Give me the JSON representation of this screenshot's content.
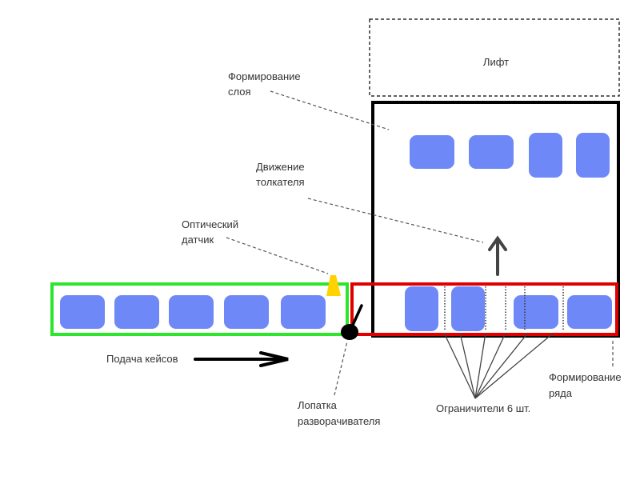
{
  "labels": {
    "lift": "Лифт",
    "layer_formation": [
      "Формирование",
      "слоя"
    ],
    "pusher_movement": [
      "Движение",
      "толкателя"
    ],
    "optical_sensor": [
      "Оптический",
      "датчик"
    ],
    "case_feed": "Подача кейсов",
    "rotator_paddle": [
      "Лопатка",
      "разворачивателя"
    ],
    "row_formation": [
      "Формирование",
      "ряда"
    ],
    "limiters": "Ограничители 6 шт."
  },
  "colors": {
    "case_fill": "#6f88f7",
    "feed_zone_border": "#2ee52e",
    "row_zone_border": "#e00000",
    "sensor": "#ffd200",
    "stroke": "#000000",
    "leader": "#555555",
    "text": "#333333"
  },
  "icons": {
    "sensor": "triangle-sensor-icon",
    "pusher": "up-arrow-icon",
    "feed": "right-arrow-icon",
    "paddle_pivot": "pivot-dot-icon"
  }
}
